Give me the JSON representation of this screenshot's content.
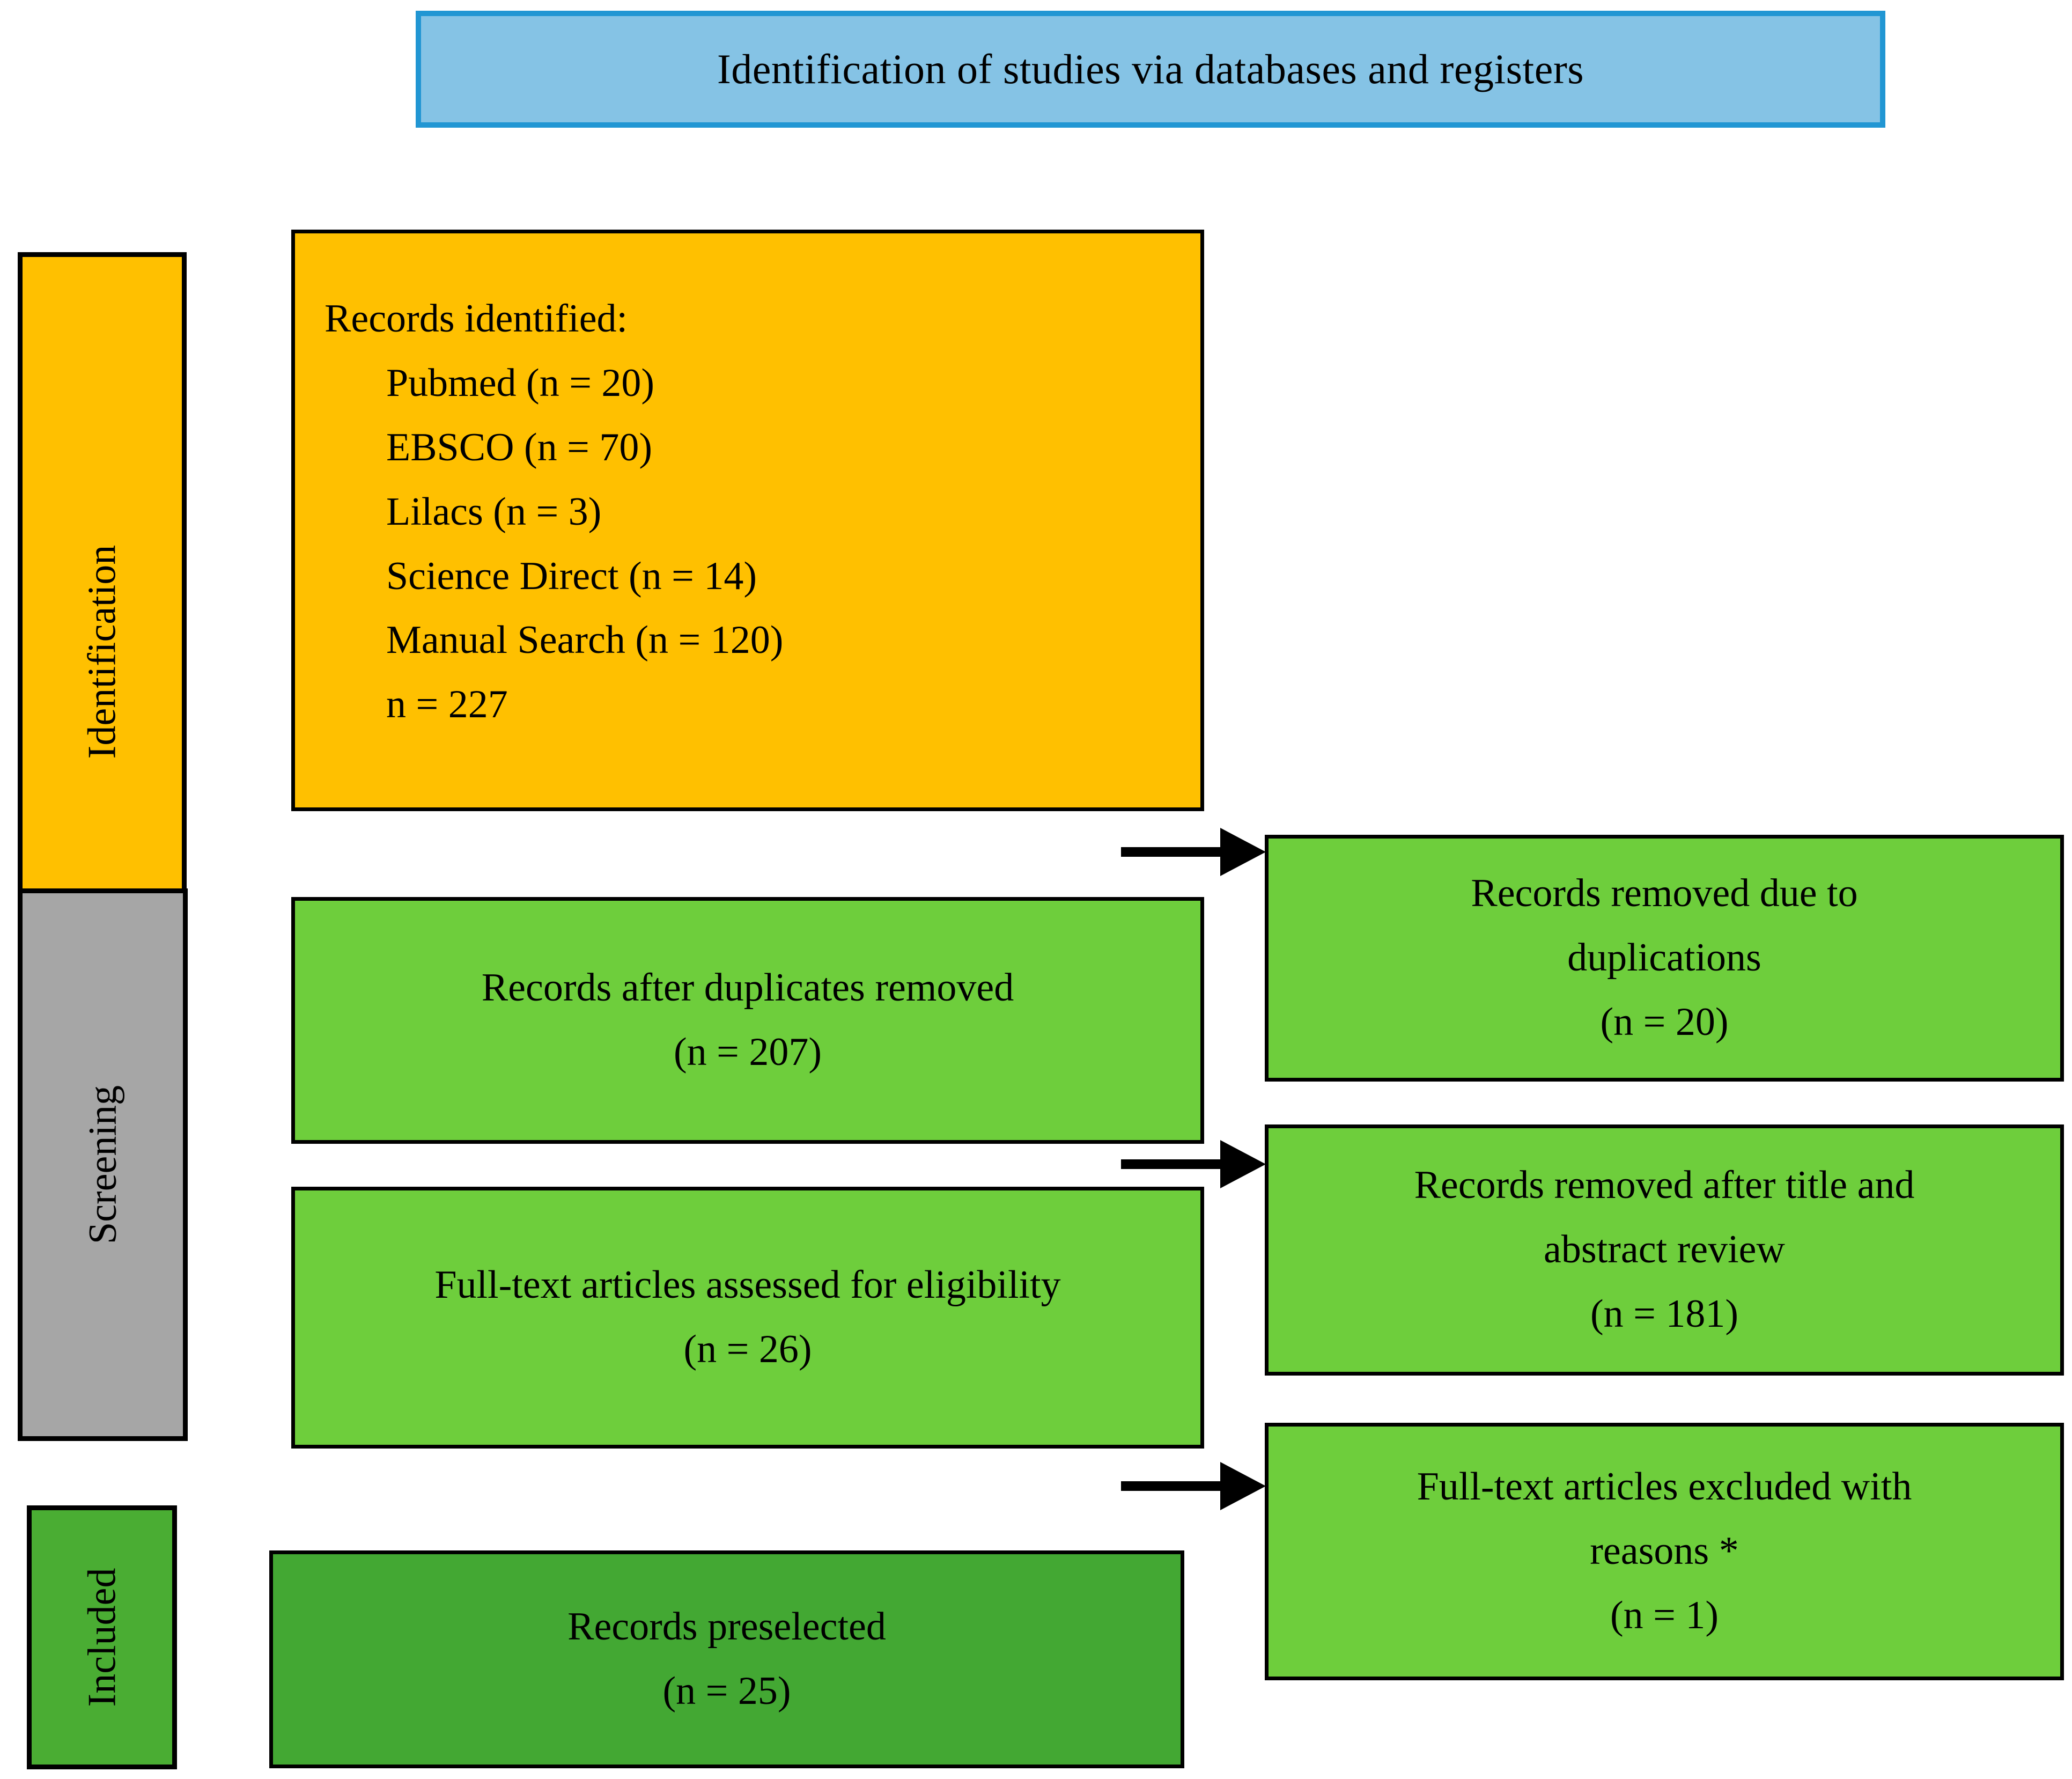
{
  "header": {
    "title": "Identification of studies via databases and registers",
    "fill_color": "#85c3e5",
    "border_color": "#2196d3"
  },
  "stage_labels": [
    {
      "text": "Identification",
      "fill_color": "#FFC000"
    },
    {
      "text": "Screening",
      "fill_color": "#A6A6A6"
    },
    {
      "text": "Included",
      "fill_color": "#4AAD33"
    }
  ],
  "identification_box": {
    "fill_color": "#FFC000",
    "heading": "Records identified:",
    "sources": [
      "Pubmed (n = 20)",
      "EBSCO (n = 70)",
      "Lilacs (n = 3)",
      "Science Direct (n = 14)",
      "Manual Search (n = 120)"
    ],
    "total": "n = 227"
  },
  "left_boxes": [
    {
      "fill_color": "#6ECE3C",
      "line1": "Records after duplicates removed",
      "line2": "(n = 207)"
    },
    {
      "fill_color": "#6ECE3C",
      "line1": "Full-text articles assessed for eligibility",
      "line2": "(n = 26)"
    },
    {
      "fill_color": "#43A833",
      "line1": "Records preselected",
      "line2": "(n = 25)"
    }
  ],
  "right_boxes": [
    {
      "fill_color": "#6ECE3C",
      "line1": "Records removed due to",
      "line2": "duplications",
      "line3": "(n = 20)"
    },
    {
      "fill_color": "#6ECE3C",
      "line1": "Records removed after title and",
      "line2": "abstract review",
      "line3": "(n = 181)"
    },
    {
      "fill_color": "#6ECE3C",
      "line1": "Full-text articles excluded with",
      "line2": "reasons *",
      "line3": "(n = 1)"
    }
  ],
  "arrows": [
    {
      "name": "arrow-to-duplicates-removed"
    },
    {
      "name": "arrow-to-title-abstract-removed"
    },
    {
      "name": "arrow-to-fulltext-excluded"
    }
  ],
  "chart_data": {
    "type": "diagram",
    "title": "Identification of studies via databases and registers",
    "stages": [
      "Identification",
      "Screening",
      "Included"
    ],
    "nodes": [
      {
        "id": "identified",
        "stage": "Identification",
        "label": "Records identified",
        "n": 227,
        "breakdown": [
          {
            "source": "Pubmed",
            "n": 20
          },
          {
            "source": "EBSCO",
            "n": 70
          },
          {
            "source": "Lilacs",
            "n": 3
          },
          {
            "source": "Science Direct",
            "n": 14
          },
          {
            "source": "Manual Search",
            "n": 120
          }
        ]
      },
      {
        "id": "after-duplicates",
        "stage": "Screening",
        "label": "Records after duplicates removed",
        "n": 207
      },
      {
        "id": "duplicates-removed",
        "stage": "Screening",
        "label": "Records removed due to duplications",
        "n": 20
      },
      {
        "id": "title-abstract-removed",
        "stage": "Screening",
        "label": "Records removed after title and abstract review",
        "n": 181
      },
      {
        "id": "fulltext-assessed",
        "stage": "Screening",
        "label": "Full-text articles assessed for eligibility",
        "n": 26
      },
      {
        "id": "fulltext-excluded",
        "stage": "Screening",
        "label": "Full-text articles excluded with reasons *",
        "n": 1
      },
      {
        "id": "preselected",
        "stage": "Included",
        "label": "Records preselected",
        "n": 25
      }
    ],
    "edges": [
      {
        "from": "identified",
        "to": "duplicates-removed"
      },
      {
        "from": "after-duplicates",
        "to": "title-abstract-removed"
      },
      {
        "from": "fulltext-assessed",
        "to": "fulltext-excluded"
      }
    ]
  }
}
